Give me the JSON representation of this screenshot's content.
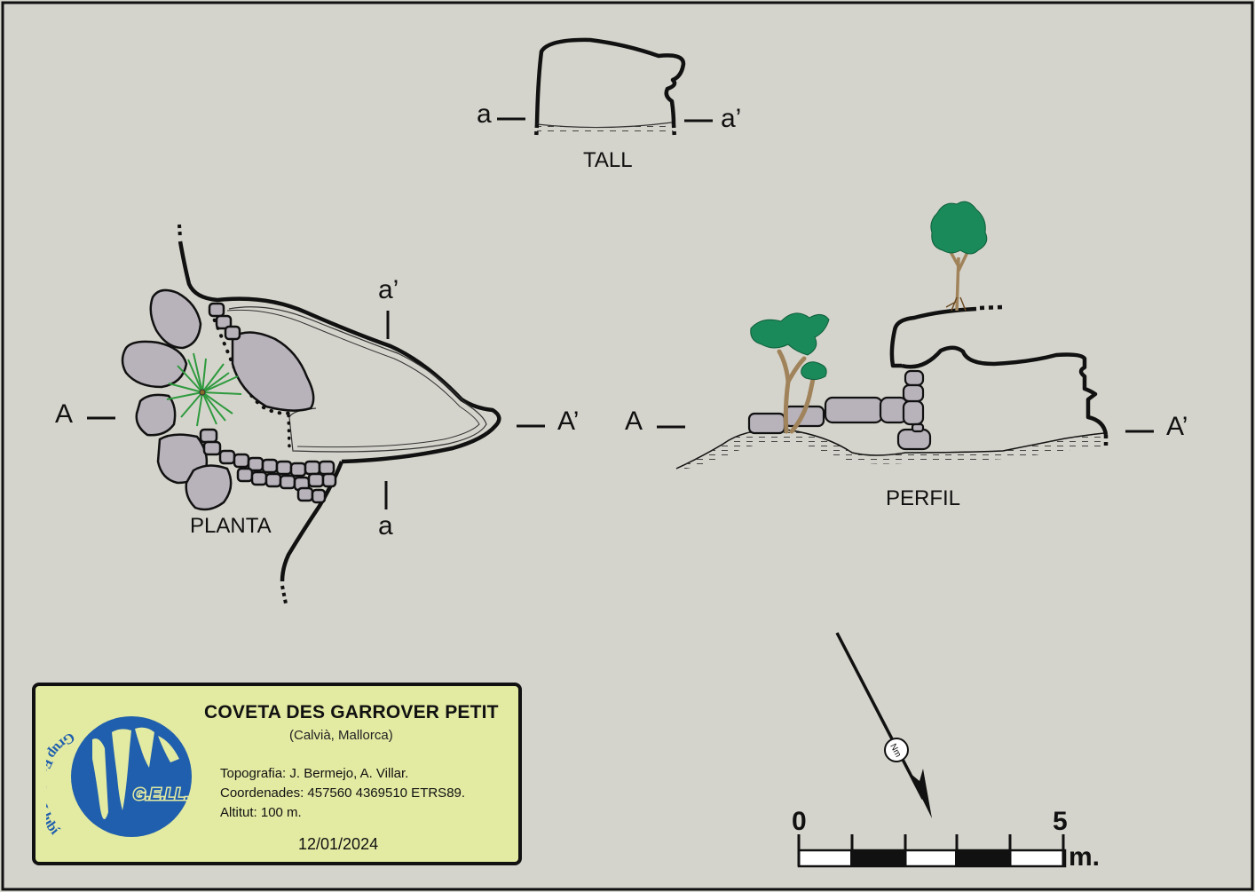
{
  "survey": {
    "section_title": "TALL",
    "section_mark_left": "a",
    "section_mark_right": "a’",
    "plan_title": "PLANTA",
    "plan_mark_a_top": "a’",
    "plan_mark_a_bottom": "a",
    "plan_mark_A_left": "A",
    "plan_mark_A_right": "A’",
    "profile_title": "PERFIL",
    "profile_mark_left": "A",
    "profile_mark_right": "A’",
    "north_label": "Nm",
    "scale": {
      "start": "0",
      "end": "5",
      "unit": "m."
    }
  },
  "title_block": {
    "cave_name": "COVETA DES GARROVER PETIT",
    "location": "(Calvià, Mallorca)",
    "survey_credits": "Topografia: J. Bermejo, A. Villar.",
    "coordinates": "Coordenades: 457560 4369510 ETRS89.",
    "altitude": "Altitut: 100 m.",
    "date": "12/01/2024",
    "logo_text": "G.E.LL.",
    "logo_ring_text": "Grup Espeleo Llubí"
  },
  "colors": {
    "background": "#d5d4cc",
    "rock": "#b8b2bb",
    "vegetation": "#1a8a5a",
    "trunk": "#a0835a",
    "panel": "#e3eaa2",
    "logo_blue": "#1f5fad"
  }
}
